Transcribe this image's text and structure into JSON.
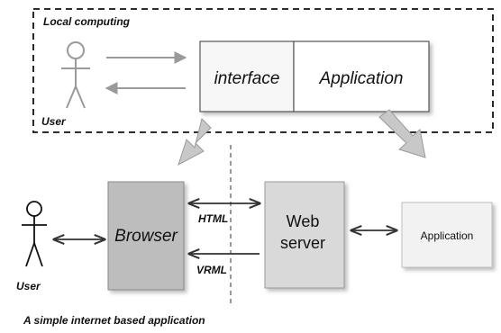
{
  "local": {
    "title": "Local computing",
    "user_label": "User",
    "interface_label": "interface",
    "application_label": "Application"
  },
  "web": {
    "user_label": "User",
    "browser_label": "Browser",
    "html_label": "HTML",
    "vrml_label": "VRML",
    "server_line1": "Web",
    "server_line2": "server",
    "application_label": "Application",
    "caption": "A simple internet based application"
  },
  "colors": {
    "line": "#111111",
    "arrow_gray": "#9a9a9a",
    "fat_arrow": "#c8c8c8",
    "box_dark": "#bdbdbd",
    "box_mid": "#d9d9d9",
    "box_light": "#f2f2f2"
  }
}
